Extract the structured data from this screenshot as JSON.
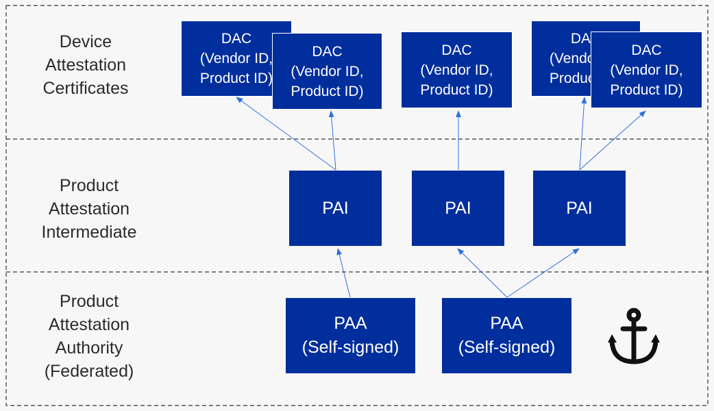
{
  "colors": {
    "box_fill": "#002e9c",
    "box_text": "#ffffff",
    "arrow": "#2f6fe0",
    "border": "#333333",
    "label_text": "#2b2b2b",
    "anchor": "#111111"
  },
  "layers": {
    "device": "Device\nAttestation\nCertificates",
    "intermediate": "Product\nAttestation\nIntermediate",
    "authority": "Product\nAttestation\nAuthority\n(Federated)"
  },
  "boxes": {
    "dac1": "DAC\n(Vendor ID,\nProduct ID)",
    "dac2": "DAC\n(Vendor ID,\nProduct ID)",
    "dac3": "DAC\n(Vendor ID,\nProduct ID)",
    "dac4": "DAC\n(Vendor ID,\nProduct ID)",
    "dac5": "DAC\n(Vendor ID,\nProduct ID)",
    "pai1": "PAI",
    "pai2": "PAI",
    "pai3": "PAI",
    "paa1": "PAA\n(Self-signed)",
    "paa2": "PAA\n(Self-signed)"
  },
  "icons": {
    "trust_anchor": "anchor-icon"
  }
}
